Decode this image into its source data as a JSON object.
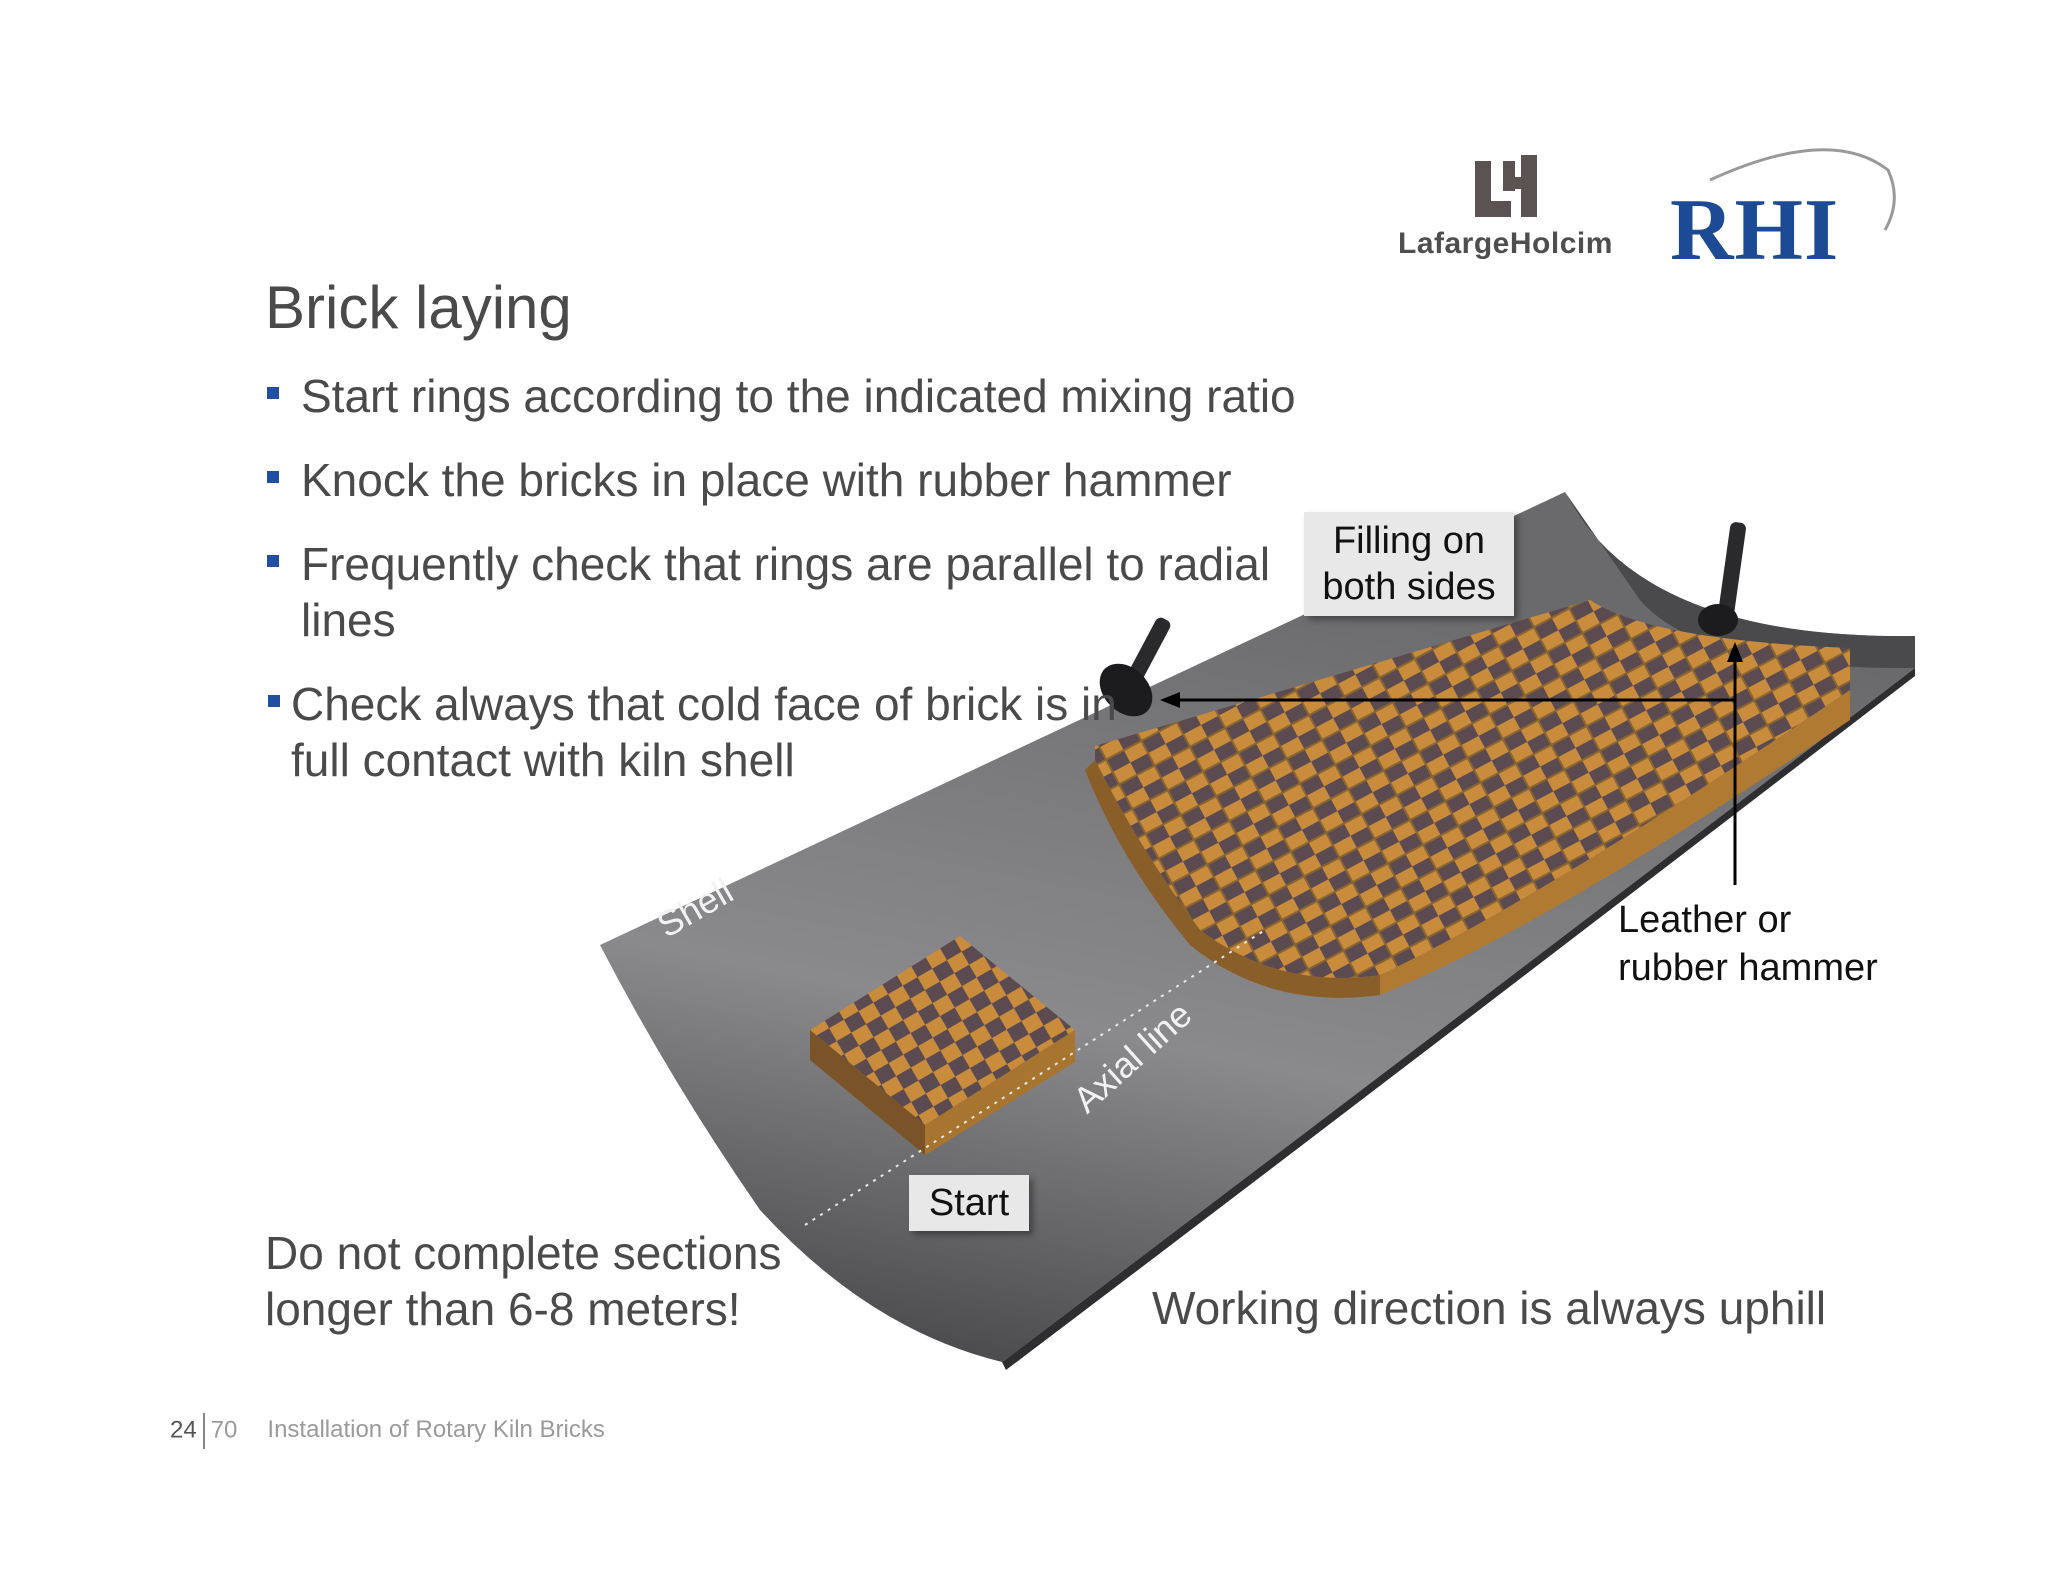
{
  "slide": {
    "title": "Brick laying",
    "bullets": [
      "Start rings according to the indicated mixing ratio",
      "Knock the bricks in place with rubber hammer",
      "Frequently check that rings are parallel to radial lines",
      "Check always that cold face of brick is in full contact with kiln shell"
    ],
    "warning": "Do not complete sections longer than 6-8 meters!",
    "direction_note": "Working direction is always uphill"
  },
  "figure": {
    "label_filling": "Filling on both sides",
    "label_hammer": "Leather or rubber hammer",
    "label_start": "Start",
    "label_shell": "Shell",
    "label_axial": "Axial line"
  },
  "logos": {
    "lafarge": "LafargeHolcim",
    "rhi": "RHI"
  },
  "footer": {
    "page": "24",
    "total": "70",
    "doc_title": "Installation of Rotary Kiln Bricks"
  },
  "colors": {
    "bullet": "#1f4ea3",
    "brick_light": "#c88a3a",
    "brick_dark": "#5a4a4e",
    "shell": "#6e6e70",
    "rhi_blue": "#1d4a95"
  }
}
